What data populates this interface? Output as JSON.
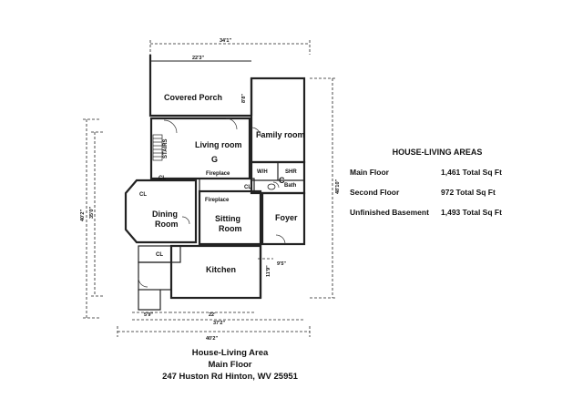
{
  "plan": {
    "rooms": {
      "covered_porch": "Covered Porch",
      "living_room": "Living room",
      "living_room_mark": "G",
      "family_room": "Family room",
      "fireplace_1": "Fireplace",
      "fireplace_2": "Fireplace",
      "dining_room_1": "Dining",
      "dining_room_2": "Room",
      "sitting_room_1": "Sitting",
      "sitting_room_2": "Room",
      "foyer": "Foyer",
      "kitchen": "Kitchen",
      "bath": "Bath",
      "bath_mark": "C",
      "closet_1": "CL",
      "closet_2": "CL",
      "closet_3": "CL",
      "closet_4": "CL",
      "wh": "W/H",
      "shr": "SHR",
      "stairs": "STAIRS"
    },
    "dimensions": {
      "top_overall": "34'1\"",
      "porch_width": "22'3\"",
      "porch_depth": "8'8\"",
      "left_outer": "40'2\"",
      "left_inner": "35'0\"",
      "right_outer": "48'10\"",
      "foyer_side": "11'9\"",
      "right_small": "9'5\"",
      "bottom_left": "5'9\"",
      "bottom_mid": "22'",
      "bottom_inner": "37'2\"",
      "bottom_overall": "40'2\""
    }
  },
  "areas": {
    "title": "HOUSE-LIVING AREAS",
    "rows": [
      {
        "label": "Main Floor",
        "value": "1,461 Total Sq Ft"
      },
      {
        "label": "Second Floor",
        "value": "972 Total Sq Ft"
      },
      {
        "label": "Unfinished Basement",
        "value": "1,493 Total Sq Ft"
      }
    ]
  },
  "caption": {
    "line1": "House-Living Area",
    "line2": "Main Floor",
    "line3": "247 Huston Rd Hinton, WV 25951"
  }
}
